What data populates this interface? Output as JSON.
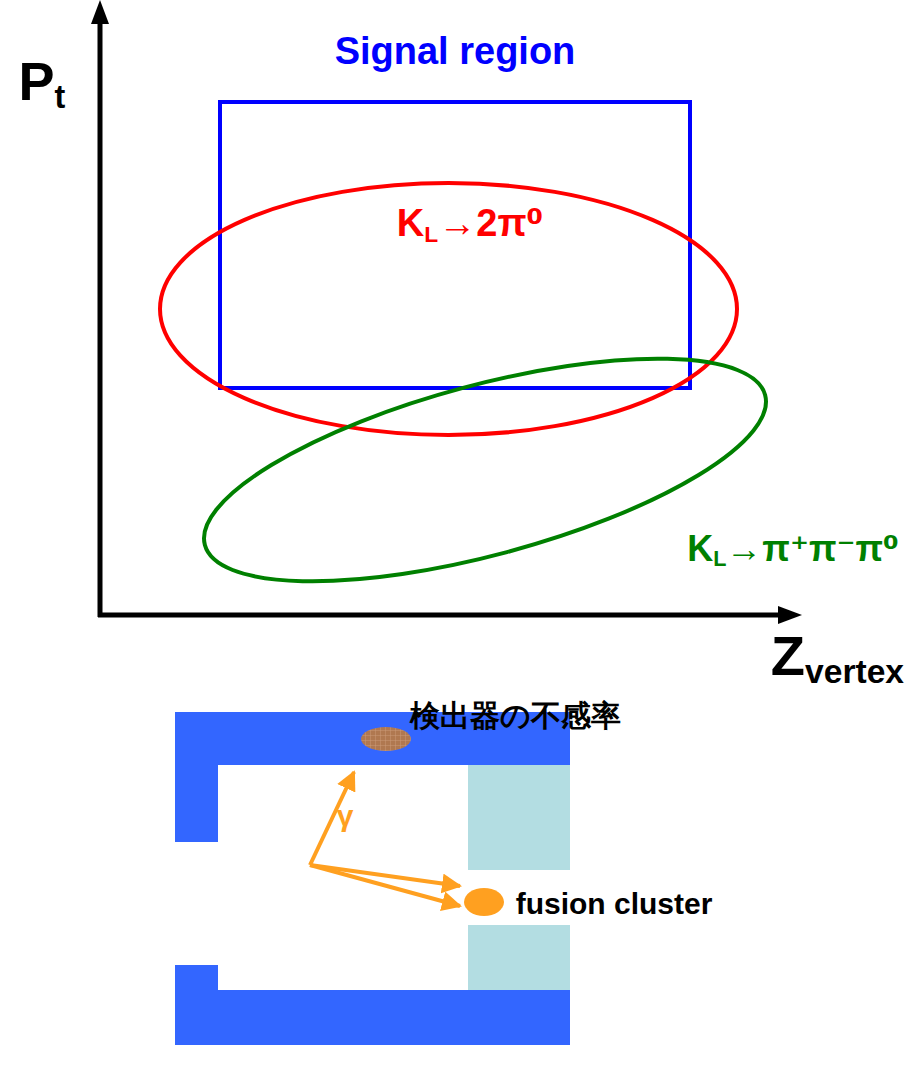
{
  "diagram": {
    "nodes": [
      {
        "text": [
          "Signal region"
        ]
      },
      {
        "text": [
          "KL→2π⁰"
        ]
      },
      {
        "text": [
          "KL→π⁺π⁻π⁰"
        ]
      }
    ],
    "labels": [
      "Pt",
      "Zvertex",
      "検出器の不感率",
      "γ",
      "fusion cluster"
    ]
  }
}
